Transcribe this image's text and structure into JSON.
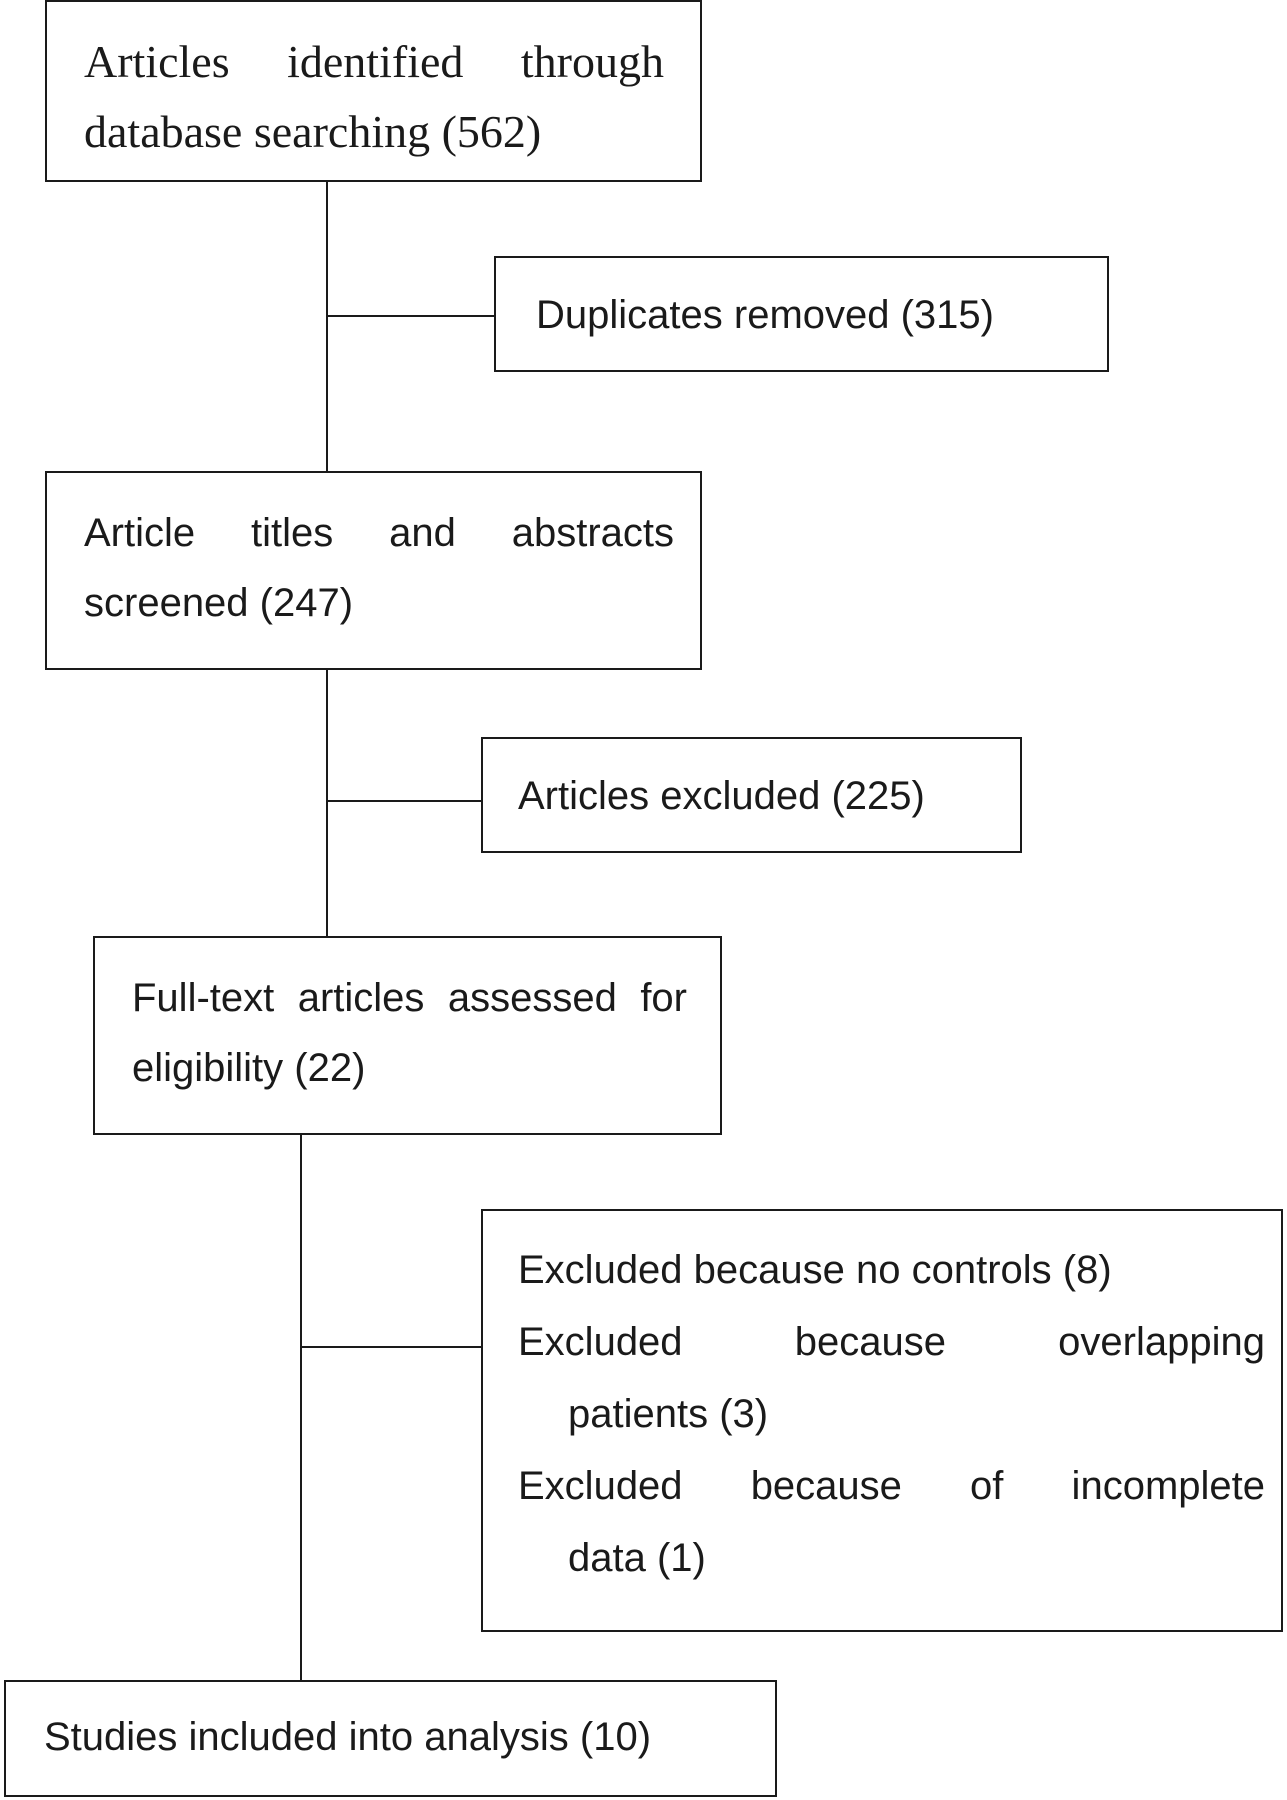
{
  "boxes": {
    "identified": "Articles identified through database searching (562)",
    "duplicates": "Duplicates removed (315)",
    "screened": "Article titles and abstracts screened (247)",
    "excluded": "Articles excluded (225)",
    "fulltext": "Full-text articles assessed for eligibility (22)",
    "exclusions": {
      "no_controls": "Excluded because no controls (8)",
      "overlapping_line1": "Excluded because overlapping",
      "overlapping_line2": "patients (3)",
      "incomplete_line1": "Excluded because of incomplete",
      "incomplete_line2": "data (1)"
    },
    "included": "Studies included into analysis (10)"
  }
}
